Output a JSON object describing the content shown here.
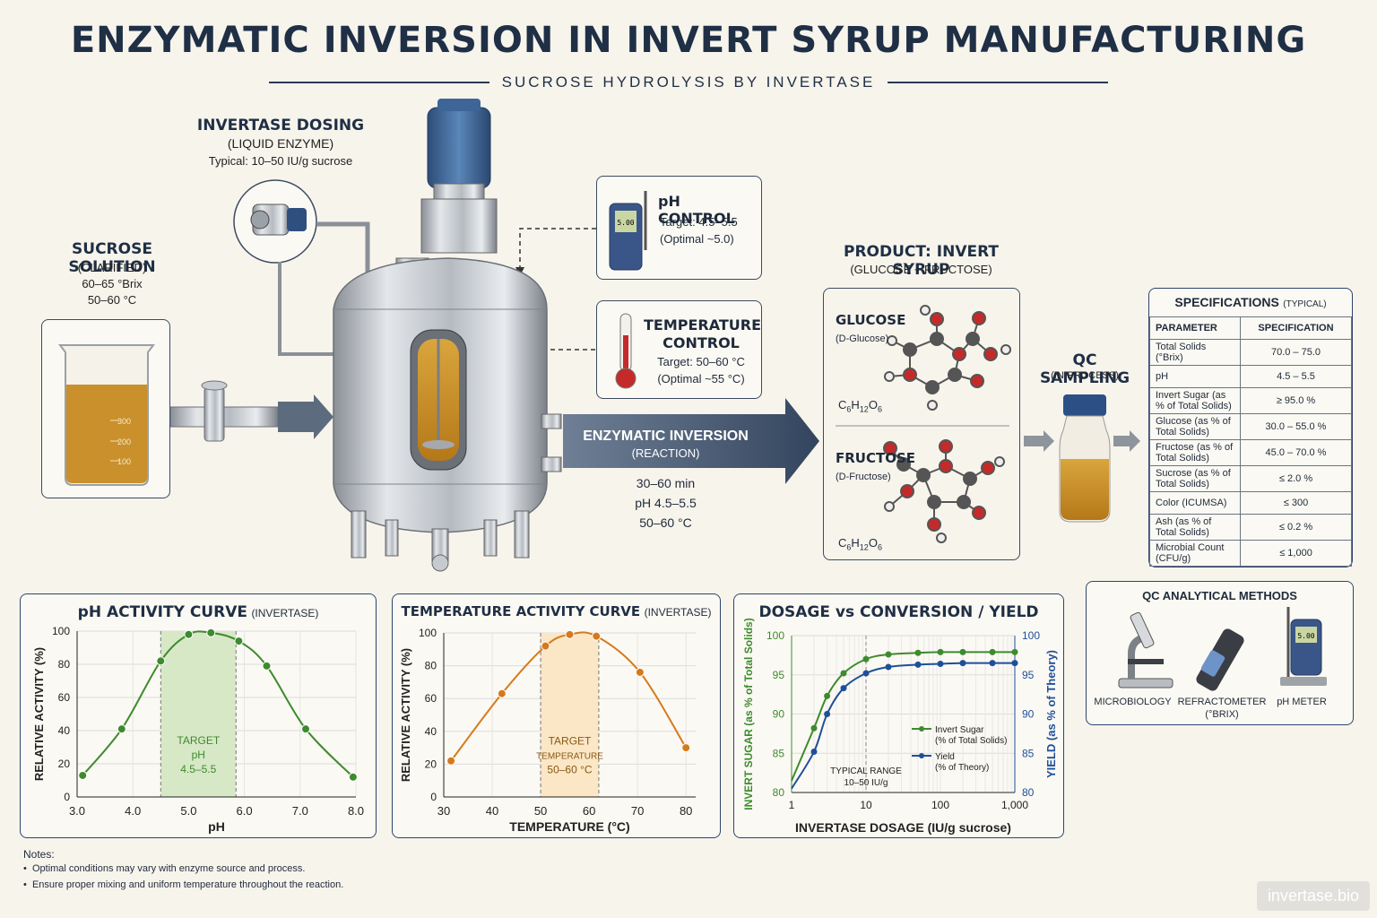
{
  "title": "ENZYMATIC INVERSION IN INVERT SYRUP MANUFACTURING",
  "subtitle": "SUCROSE HYDROLYSIS BY INVERTASE",
  "sucrose": {
    "title": "SUCROSE SOLUTION",
    "line1": "(CLARIFIED)",
    "line2": "60–65 °Brix",
    "line3": "50–60 °C",
    "beaker_marks": [
      "300",
      "200",
      "100"
    ]
  },
  "dosing": {
    "title": "INVERTASE DOSING",
    "line1": "(LIQUID ENZYME)",
    "line2": "Typical: 10–50 IU/g sucrose"
  },
  "ph_control": {
    "title": "pH CONTROL",
    "line1": "Target: 4.5–5.5",
    "line2": "(Optimal ~5.0)",
    "display": "5.00"
  },
  "temp_control": {
    "title1": "TEMPERATURE",
    "title2": "CONTROL",
    "line1": "Target: 50–60 °C",
    "line2": "(Optimal ~55 °C)"
  },
  "reaction": {
    "title": "ENZYMATIC INVERSION",
    "sub": "(REACTION)",
    "line1": "30–60 min",
    "line2": "pH 4.5–5.5",
    "line3": "50–60 °C"
  },
  "product": {
    "title": "PRODUCT: INVERT SYRUP",
    "sub": "(GLUCOSE + FRUCTOSE)",
    "glucose": {
      "name": "GLUCOSE",
      "sub": "(D-Glucose)",
      "formula": "C6H12O6"
    },
    "fructose": {
      "name": "FRUCTOSE",
      "sub": "(D-Fructose)",
      "formula": "C6H12O6"
    }
  },
  "qc_sampling": {
    "title": "QC SAMPLING",
    "sub": "(IN-PROCESS)"
  },
  "specs": {
    "title": "SPECIFICATIONS",
    "title_note": "(TYPICAL)",
    "col1": "PARAMETER",
    "col2": "SPECIFICATION",
    "rows": [
      {
        "p": "Total Solids (°Brix)",
        "v": "70.0 – 75.0"
      },
      {
        "p": "pH",
        "v": "4.5 – 5.5"
      },
      {
        "p": "Invert Sugar (as % of Total Solids)",
        "v": "≥ 95.0 %"
      },
      {
        "p": "Glucose (as % of Total Solids)",
        "v": "30.0 – 55.0 %"
      },
      {
        "p": "Fructose (as % of Total Solids)",
        "v": "45.0 – 70.0 %"
      },
      {
        "p": "Sucrose (as % of Total Solids)",
        "v": "≤ 2.0 %"
      },
      {
        "p": "Color (ICUMSA)",
        "v": "≤ 300"
      },
      {
        "p": "Ash (as % of Total Solids)",
        "v": "≤ 0.2 %"
      },
      {
        "p": "Microbial Count (CFU/g)",
        "v": "≤ 1,000"
      }
    ]
  },
  "qc_methods": {
    "title": "QC ANALYTICAL METHODS",
    "m1": "MICROBIOLOGY",
    "m2a": "REFRACTOMETER",
    "m2b": "(°BRIX)",
    "m3": "pH METER",
    "meter_display": "5.00"
  },
  "chart_data": [
    {
      "type": "line",
      "title": "pH ACTIVITY CURVE",
      "title_note": "(INVERTASE)",
      "xlabel": "pH",
      "ylabel": "RELATIVE ACTIVITY (%)",
      "xlim": [
        3.0,
        8.0
      ],
      "ylim": [
        0,
        100
      ],
      "xticks": [
        3.0,
        4.0,
        5.0,
        6.0,
        7.0,
        8.0
      ],
      "xtick_labels": [
        "3.0",
        "4.0",
        "5.0",
        "6.0",
        "7.0",
        "8.0"
      ],
      "yticks": [
        0,
        20,
        40,
        60,
        80,
        100
      ],
      "x": [
        3.1,
        3.8,
        4.5,
        5.0,
        5.4,
        5.9,
        6.4,
        7.1,
        7.95
      ],
      "y": [
        13,
        41,
        82,
        98,
        99,
        94,
        79,
        41,
        12
      ],
      "band": [
        4.5,
        5.85
      ],
      "band_color": "#d7e8c6",
      "color": "#3e8a2f",
      "band_label": [
        "TARGET",
        "pH",
        "4.5–5.5"
      ]
    },
    {
      "type": "line",
      "title": "TEMPERATURE ACTIVITY CURVE",
      "title_note": "(INVERTASE)",
      "xlabel": "TEMPERATURE (°C)",
      "ylabel": "RELATIVE ACTIVITY (%)",
      "xlim": [
        30,
        82
      ],
      "ylim": [
        0,
        100
      ],
      "xticks": [
        30,
        40,
        50,
        60,
        70,
        80
      ],
      "xtick_labels": [
        "30",
        "40",
        "50",
        "60",
        "70",
        "80"
      ],
      "yticks": [
        0,
        20,
        40,
        60,
        80,
        100
      ],
      "x": [
        31.5,
        42,
        51,
        56,
        61.5,
        70.5,
        80
      ],
      "y": [
        22,
        63,
        92,
        99,
        98,
        76,
        30
      ],
      "band": [
        50,
        62
      ],
      "band_color": "#fbe6c6",
      "color": "#d57a1c",
      "band_label": [
        "TARGET",
        "TEMPERATURE",
        "50–60 °C"
      ]
    },
    {
      "type": "line",
      "title": "DOSAGE vs CONVERSION / YIELD",
      "xlabel": "INVERTASE DOSAGE (IU/g sucrose)",
      "ylabel": "INVERT SUGAR (as % of Total Solids)",
      "y2label": "YIELD (as % of Theory)",
      "xscale": "log",
      "xlim": [
        1,
        1000
      ],
      "ylim": [
        80,
        100
      ],
      "y2lim": [
        80,
        100
      ],
      "xticks": [
        1,
        10,
        100,
        1000
      ],
      "xtick_labels": [
        "1",
        "10",
        "100",
        "1,000"
      ],
      "yticks": [
        80,
        85,
        90,
        95,
        100
      ],
      "series": [
        {
          "name": "Invert Sugar (% of Total Solids)",
          "color": "#3e8a2f",
          "x": [
            1,
            2,
            3,
            5,
            10,
            20,
            50,
            100,
            200,
            500,
            1000
          ],
          "y": [
            81.5,
            88.2,
            92.3,
            95.2,
            97.0,
            97.6,
            97.8,
            97.9,
            97.9,
            97.9,
            97.9
          ]
        },
        {
          "name": "Yield (% of Theory)",
          "color": "#1f4f9a",
          "x": [
            1,
            2,
            3,
            5,
            10,
            20,
            50,
            100,
            200,
            500,
            1000
          ],
          "y": [
            80.5,
            85.2,
            90.0,
            93.3,
            95.2,
            96.0,
            96.3,
            96.4,
            96.5,
            96.5,
            96.5
          ]
        }
      ],
      "marker_line_x": 10,
      "range_label": [
        "TYPICAL RANGE",
        "10–50 IU/g"
      ]
    }
  ],
  "notes": {
    "title": "Notes:",
    "n1": "Optimal conditions may vary with enzyme source and process.",
    "n2": "Ensure proper mixing and uniform temperature throughout the reaction."
  },
  "watermark": "invertase.bio"
}
